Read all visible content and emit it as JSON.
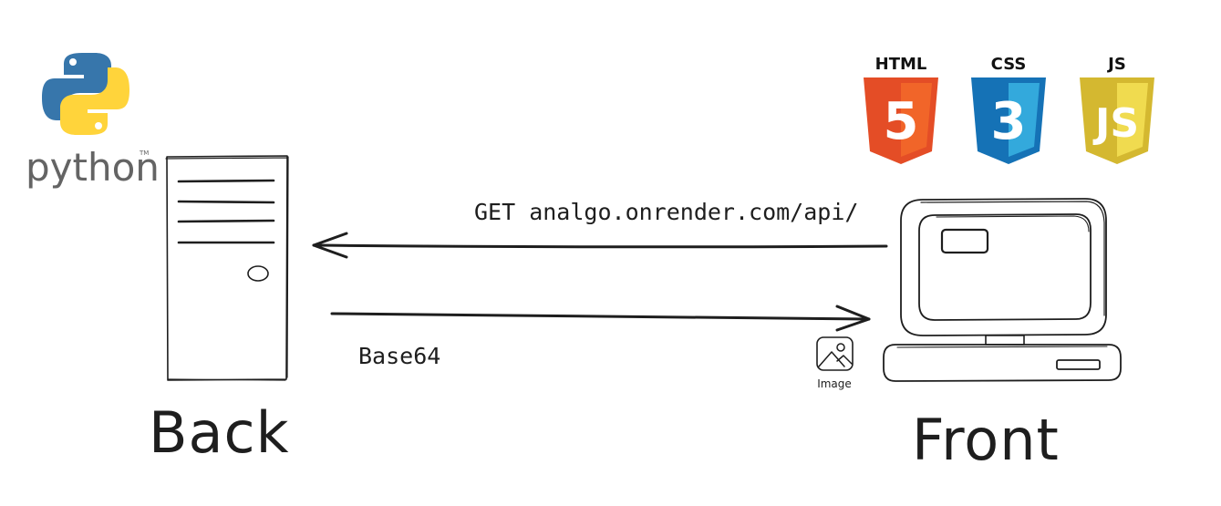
{
  "back": {
    "label": "Back",
    "tech": "python"
  },
  "front": {
    "label": "Front",
    "tech_badges": [
      {
        "title": "HTML",
        "glyph": "5",
        "color": "#e44d26",
        "shade": "#f16529",
        "icon": "html5-icon"
      },
      {
        "title": "CSS",
        "glyph": "3",
        "color": "#1572b6",
        "shade": "#33a9dc",
        "icon": "css3-icon"
      },
      {
        "title": "JS",
        "glyph": "JS",
        "color": "#d4b830",
        "shade": "#f0db4f",
        "icon": "js-icon"
      }
    ]
  },
  "arrows": {
    "request": {
      "label": "GET analgo.onrender.com/api/",
      "direction": "front-to-back"
    },
    "response": {
      "label": "Base64",
      "direction": "back-to-front"
    }
  },
  "image_icon": {
    "label": "Image"
  },
  "python_logo": {
    "word": "python",
    "tm": "TM",
    "blue": "#3776ab",
    "yellow": "#ffd43b"
  }
}
